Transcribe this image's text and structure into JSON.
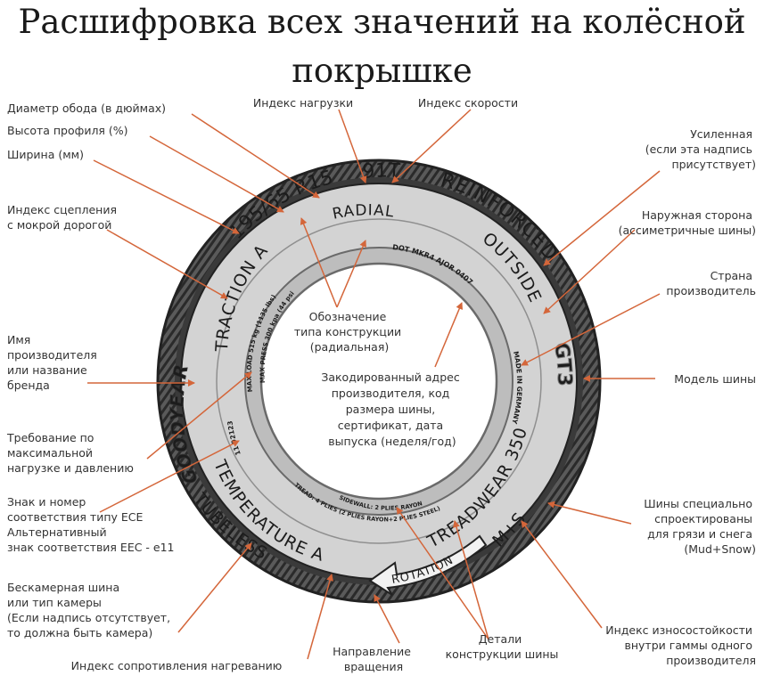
{
  "title": [
    "Расшифровка всех значений на колёсной",
    "покрышке"
  ],
  "tire": {
    "size": "195/65 R15",
    "load_speed": "91T",
    "radial": "RADIAL",
    "reinforced": "REINFORCED",
    "traction": "TRACTION A",
    "outside": "OUTSIDE",
    "brand": "GOODYEAR",
    "model": "GT3",
    "made_in": "MADE IN GERMANY",
    "dot": "DOT MKR4 AJOR 0407",
    "max_load": "MAX LOAD 515 kg (1135 lbs)",
    "max_press": "MAX PRESS 300 kpa (44 psi)",
    "treadwear": "TREADWEAR 350",
    "mud_snow": "M+S",
    "temperature": "TEMPERATURE A",
    "tubeless": "TUBELESS",
    "rotation": "ROTATION",
    "ece": "11 021234",
    "ply_tread": "TREAD: 4 PLIES (2 PLIES RAYON+2 PLIES STEEL)",
    "ply_side": "SIDEWALL: 2 PLIES RAYON"
  },
  "labels": {
    "rim": [
      "Диаметр обода (в дюймах)"
    ],
    "profile": [
      "Высота профиля (%)"
    ],
    "width": [
      "Ширина (мм)"
    ],
    "load_index": [
      "Индекс нагрузки"
    ],
    "speed_index": [
      "Индекс скорости"
    ],
    "reinforced": [
      "Усиленная",
      "(если эта надпись",
      "присутствует)"
    ],
    "outer_side": [
      "Наружная сторона",
      "(ассиметричные шины)"
    ],
    "country": [
      "Страна",
      "производитель"
    ],
    "wet_grip": [
      "Индекс сцепления",
      "с мокрой дорогой"
    ],
    "construction": [
      "Обозначение",
      "типа конструкции",
      "(радиальная)"
    ],
    "maker": [
      "Имя",
      "производителя",
      "или название",
      "бренда"
    ],
    "model": [
      "Модель шины"
    ],
    "coded": [
      "Закодированный адрес",
      "производителя, код",
      "размера шины,",
      "сертификат, дата",
      "выпуска (неделя/год)"
    ],
    "max_load": [
      "Требование по",
      "максимальной",
      "нагрузке и давлению"
    ],
    "ece": [
      "Знак и номер",
      "соответствия типу ECE",
      "Альтернативный",
      "знак соответствия EEC - e11"
    ],
    "mud_snow": [
      "Шины специально",
      "спроектированы",
      "для грязи и снега",
      "(Mud+Snow)"
    ],
    "tubeless": [
      "Бескамерная шина",
      "или тип камеры",
      "(Если надпись отсутствует,",
      "то должна быть камера)"
    ],
    "treadwear": [
      "Индекс износостойкости",
      "внутри гаммы одного",
      "производителя"
    ],
    "heat": [
      "Индекс сопротивления нагреванию"
    ],
    "rotation": [
      "Направление",
      "вращения"
    ],
    "plies": [
      "Детали",
      "конструкции шины"
    ]
  },
  "colors": {
    "arrow": "#d4663a",
    "tire_dark": "#3a3a3a",
    "sidewall": "#d3d3d3",
    "title": "#1a1a1a"
  }
}
